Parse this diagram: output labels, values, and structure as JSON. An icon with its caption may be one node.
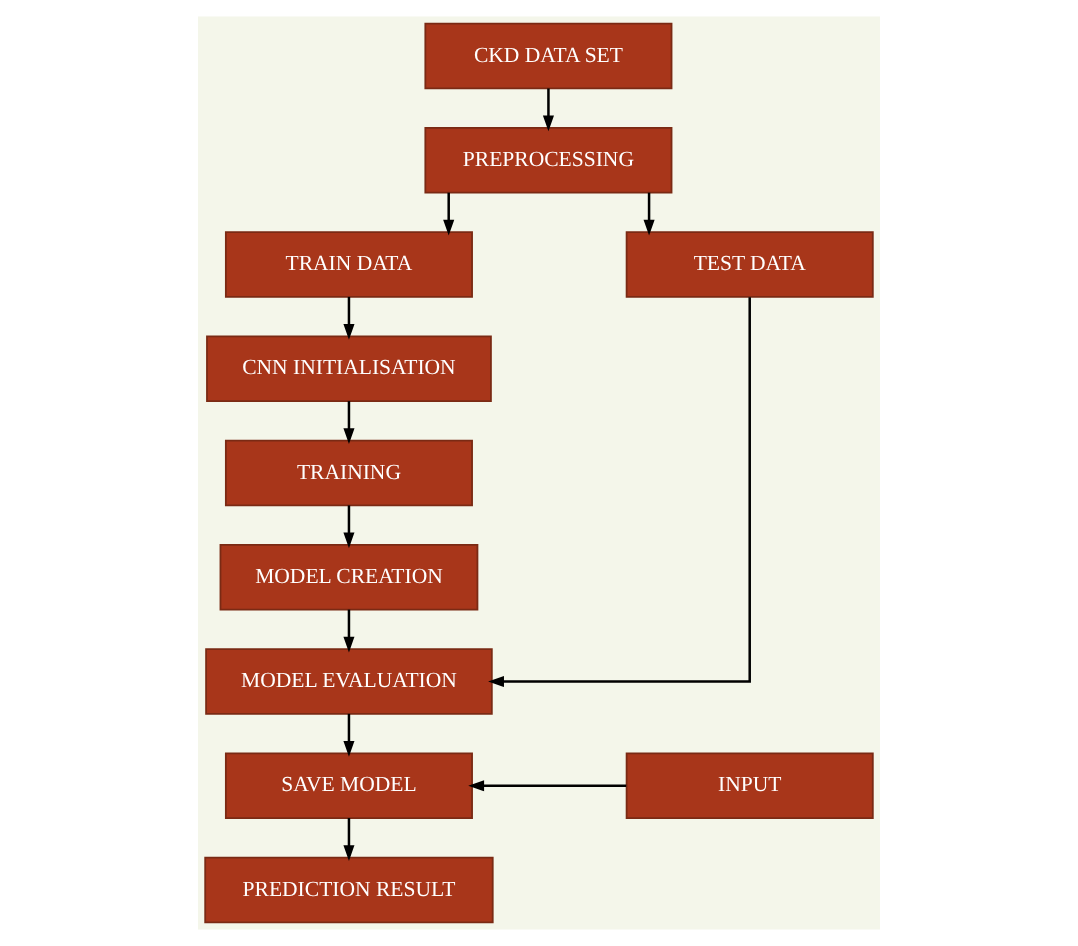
{
  "diagram": {
    "nodes": [
      {
        "text": [
          "CKD DATA SET"
        ]
      },
      {
        "text": [
          "PREPROCESSING"
        ]
      },
      {
        "text": [
          "TRAIN DATA"
        ]
      },
      {
        "text": [
          "TEST DATA"
        ]
      },
      {
        "text": [
          "CNN INITIALISATION"
        ]
      },
      {
        "text": [
          "TRAINING"
        ]
      },
      {
        "text": [
          "MODEL CREATION"
        ]
      },
      {
        "text": [
          "MODEL EVALUATION"
        ]
      },
      {
        "text": [
          "SAVE MODEL"
        ]
      },
      {
        "text": [
          "INPUT"
        ]
      },
      {
        "text": [
          "PREDICTION RESULT"
        ]
      }
    ],
    "edges": [
      {
        "from": 0,
        "to": 1,
        "arrow": "to"
      },
      {
        "from": 1,
        "to": 2,
        "arrow": "to"
      },
      {
        "from": 1,
        "to": 3,
        "arrow": "to"
      },
      {
        "from": 2,
        "to": 4,
        "arrow": "to"
      },
      {
        "from": 4,
        "to": 5,
        "arrow": "to"
      },
      {
        "from": 5,
        "to": 6,
        "arrow": "to"
      },
      {
        "from": 6,
        "to": 7,
        "arrow": "to"
      },
      {
        "from": 3,
        "to": 7,
        "arrow": "to"
      },
      {
        "from": 7,
        "to": 8,
        "arrow": "to"
      },
      {
        "from": 9,
        "to": 8,
        "arrow": "to"
      },
      {
        "from": 8,
        "to": 10,
        "arrow": "to"
      }
    ]
  }
}
